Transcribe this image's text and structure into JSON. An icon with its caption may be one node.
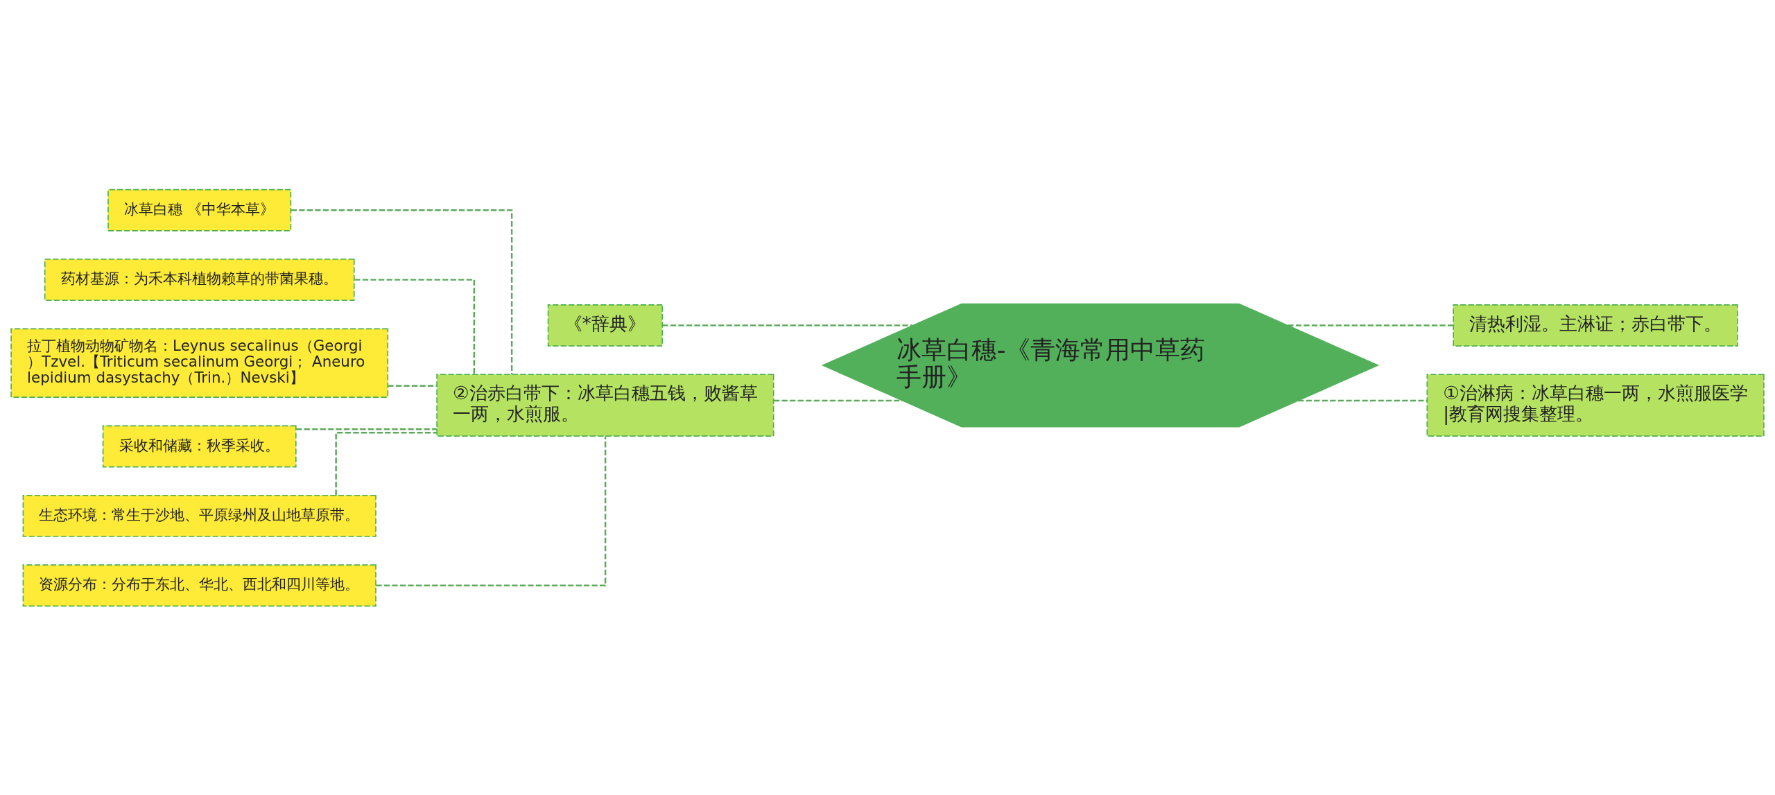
{
  "diagram": {
    "nodes": [
      {
        "text": [
          "冰草白穗-《青海常用中草药手册》"
        ]
      },
      {
        "text": [
          "《*辞典》"
        ]
      },
      {
        "text": [
          "②治赤白带下：冰草白穗五钱，败酱草一两，水煎服。"
        ]
      },
      {
        "text": [
          "冰草白穗 《中华本草》"
        ]
      },
      {
        "text": [
          "药材基源：为禾本科植物赖草的带菌果穗。"
        ]
      },
      {
        "text": [
          "拉丁植物动物矿物名：Leynus secalinus（Georgi）Tzvel.【Triticum secalinum Georgi； Aneurolepidium dasystachy（Trin.）Nevski】"
        ]
      },
      {
        "text": [
          "采收和储藏：秋季采收。"
        ]
      },
      {
        "text": [
          "生态环境：常生于沙地、平原绿州及山地草原带。"
        ]
      },
      {
        "text": [
          "资源分布：分布于东北、华北、西北和四川等地。"
        ]
      },
      {
        "text": [
          "清热利湿。主淋证；赤白带下。"
        ]
      },
      {
        "text": [
          "①治淋病：冰草白穗一两，水煎服医学|教育网搜集整理。"
        ]
      }
    ],
    "edges": [
      {
        "from": 0,
        "to": 1,
        "arrow": "none",
        "style": "dashed"
      },
      {
        "from": 0,
        "to": 2,
        "arrow": "none",
        "style": "dashed"
      },
      {
        "from": 2,
        "to": 3,
        "arrow": "none",
        "style": "dashed"
      },
      {
        "from": 2,
        "to": 4,
        "arrow": "none",
        "style": "dashed"
      },
      {
        "from": 2,
        "to": 5,
        "arrow": "none",
        "style": "dashed"
      },
      {
        "from": 2,
        "to": 6,
        "arrow": "none",
        "style": "dashed"
      },
      {
        "from": 2,
        "to": 7,
        "arrow": "none",
        "style": "dashed"
      },
      {
        "from": 2,
        "to": 8,
        "arrow": "none",
        "style": "dashed"
      },
      {
        "from": 0,
        "to": 9,
        "arrow": "none",
        "style": "dashed"
      },
      {
        "from": 0,
        "to": 10,
        "arrow": "none",
        "style": "dashed"
      }
    ]
  }
}
